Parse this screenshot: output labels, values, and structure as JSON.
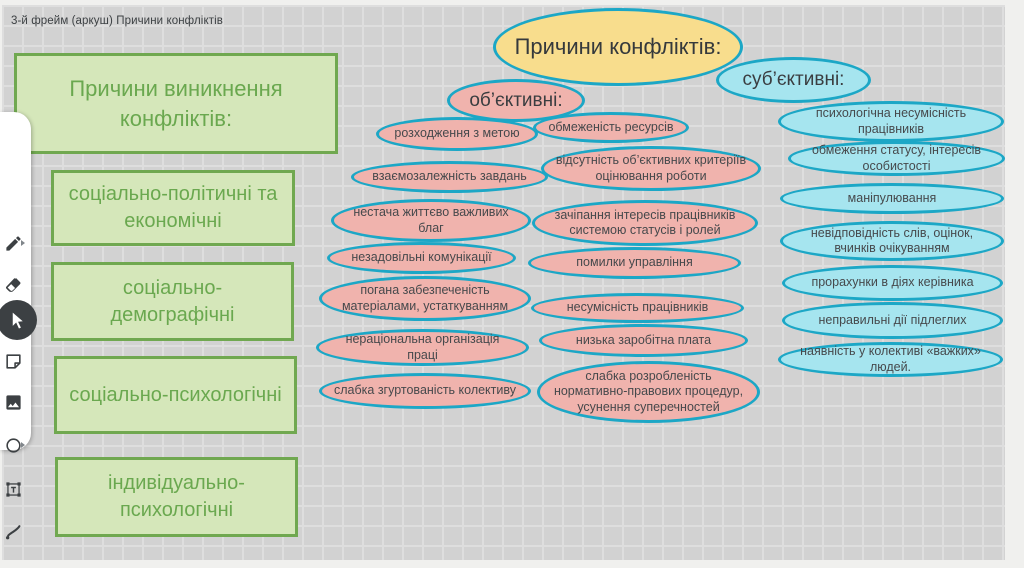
{
  "app": {
    "frame_label": "3-й фрейм (аркуш) Причини конфліктів"
  },
  "toolbar": {
    "tools": [
      {
        "name": "pen",
        "icon": "pen-icon",
        "has_submenu": true,
        "selected": false
      },
      {
        "name": "eraser",
        "icon": "eraser-icon",
        "has_submenu": false,
        "selected": false
      },
      {
        "name": "select",
        "icon": "cursor-icon",
        "has_submenu": false,
        "selected": true
      },
      {
        "name": "sticky-note",
        "icon": "sticky-note-icon",
        "has_submenu": false,
        "selected": false
      },
      {
        "name": "image",
        "icon": "image-icon",
        "has_submenu": false,
        "selected": false
      },
      {
        "name": "shape",
        "icon": "circle-icon",
        "has_submenu": true,
        "selected": false
      },
      {
        "name": "text-box",
        "icon": "text-box-icon",
        "has_submenu": false,
        "selected": false
      },
      {
        "name": "laser",
        "icon": "laser-icon",
        "has_submenu": false,
        "selected": false
      }
    ]
  },
  "diagram": {
    "title_box": "Причини виникнення конфліктів:",
    "categories": [
      "соціально-політичні та економічні",
      "соціально-демографічні",
      "соціально-психологічні",
      "індивідуально-психологічні"
    ],
    "root": "Причини конфліктів:",
    "objective": {
      "label": "об’єктивні:",
      "col1": [
        "розходження з метою",
        "взаємозалежність завдань",
        "нестача життєво важливих благ",
        "незадовільні комунікації",
        "погана забезпеченість матеріалами, устаткуванням",
        "нераціональна організація праці",
        "слабка згуртованість колективу"
      ],
      "col2": [
        "обмеженість ресурсів",
        "відсутність об’єктивних критеріїв оцінювання роботи",
        "зачіпання інтересів працівників системою статусів і ролей",
        "помилки управління",
        "несумісність працівників",
        "низька заробітна плата",
        "слабка розробленість нормативно-правових процедур, усунення суперечностей"
      ]
    },
    "subjective": {
      "label": "суб’єктивні:",
      "items": [
        "психологічна несумісність працівників",
        "обмеження статусу, інтересів особистості",
        "маніпулювання",
        "невідповідність слів, оцінок, вчинків очікуванням",
        "прорахунки в діях керівника",
        "неправильні дії підлеглих",
        "наявність у колективі «важких» людей."
      ]
    }
  },
  "colors": {
    "teal_border": "#1ca7c6",
    "pink_fill": "#f0b3ad",
    "cyan_fill": "#a6e5ef",
    "yellow_fill": "#f8dd8d",
    "green_border": "#70a850",
    "green_fill": "#d5e7ba",
    "green_text": "#6aa84f",
    "grid_bg": "#d2d2d2",
    "grid_line": "#dedede"
  }
}
